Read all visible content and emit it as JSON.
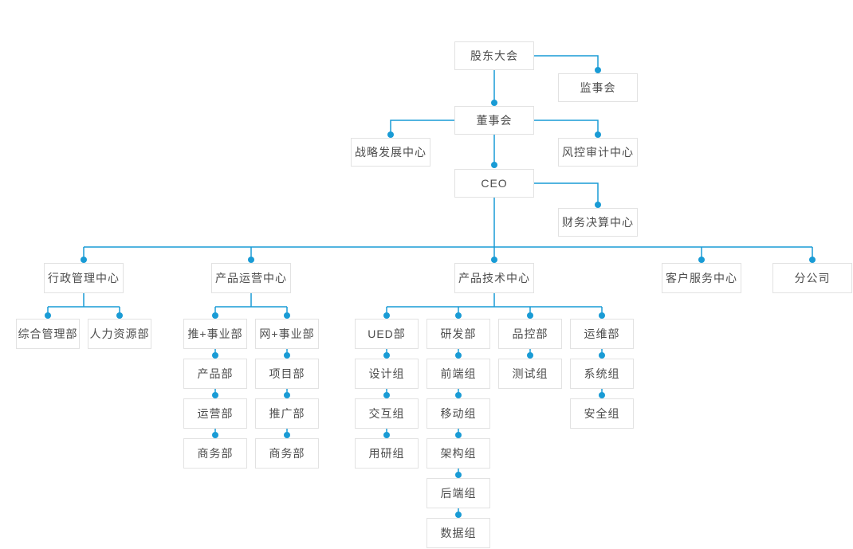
{
  "colors": {
    "line": "#199bd5",
    "dot": "#199bd5",
    "node_border": "#e2e2e2",
    "node_background": "#ffffff",
    "node_text": "#4d4d4d",
    "page_background": "#ffffff"
  },
  "nodes": {
    "shareholders": {
      "label": "股东大会"
    },
    "supervisory_board": {
      "label": "监事会"
    },
    "board_of_directors": {
      "label": "董事会"
    },
    "strategy_center": {
      "label": "战略发展中心"
    },
    "risk_audit_center": {
      "label": "风控审计中心"
    },
    "ceo": {
      "label": "CEO"
    },
    "finance_center": {
      "label": "财务决算中心"
    },
    "admin_center": {
      "label": "行政管理中心"
    },
    "ops_center": {
      "label": "产品运营中心"
    },
    "tech_center": {
      "label": "产品技术中心"
    },
    "service_center": {
      "label": "客户服务中心"
    },
    "branch_company": {
      "label": "分公司"
    },
    "general_mgmt_dept": {
      "label": "综合管理部"
    },
    "hr_dept": {
      "label": "人力资源部"
    },
    "tui_division": {
      "label": "推+事业部"
    },
    "wang_division": {
      "label": "网+事业部"
    },
    "product_dept": {
      "label": "产品部"
    },
    "project_dept": {
      "label": "项目部"
    },
    "operation_dept": {
      "label": "运营部"
    },
    "promotion_dept": {
      "label": "推广部"
    },
    "business_dept_tui": {
      "label": "商务部"
    },
    "business_dept_wang": {
      "label": "商务部"
    },
    "ued_dept": {
      "label": "UED部"
    },
    "rd_dept": {
      "label": "研发部"
    },
    "qc_dept": {
      "label": "品控部"
    },
    "om_dept": {
      "label": "运维部"
    },
    "design_group": {
      "label": "设计组"
    },
    "frontend_group": {
      "label": "前端组"
    },
    "test_group": {
      "label": "测试组"
    },
    "system_group": {
      "label": "系统组"
    },
    "interaction_group": {
      "label": "交互组"
    },
    "mobile_group": {
      "label": "移动组"
    },
    "security_group": {
      "label": "安全组"
    },
    "user_research_group": {
      "label": "用研组"
    },
    "architecture_group": {
      "label": "架构组"
    },
    "backend_group": {
      "label": "后端组"
    },
    "data_group": {
      "label": "数据组"
    }
  },
  "hierarchy": {
    "股东大会": [
      "监事会",
      "董事会"
    ],
    "董事会": [
      "战略发展中心",
      "风控审计中心",
      "CEO"
    ],
    "CEO": [
      "财务决算中心",
      "行政管理中心",
      "产品运营中心",
      "产品技术中心",
      "客户服务中心",
      "分公司"
    ],
    "行政管理中心": [
      "综合管理部",
      "人力资源部"
    ],
    "产品运营中心": [
      "推+事业部",
      "网+事业部"
    ],
    "推+事业部": [
      "产品部",
      "运营部",
      "商务部"
    ],
    "网+事业部": [
      "项目部",
      "推广部",
      "商务部"
    ],
    "产品技术中心": [
      "UED部",
      "研发部",
      "品控部",
      "运维部"
    ],
    "UED部": [
      "设计组",
      "交互组",
      "用研组"
    ],
    "研发部": [
      "前端组",
      "移动组",
      "架构组",
      "后端组",
      "数据组"
    ],
    "品控部": [
      "测试组"
    ],
    "运维部": [
      "系统组",
      "安全组"
    ]
  }
}
